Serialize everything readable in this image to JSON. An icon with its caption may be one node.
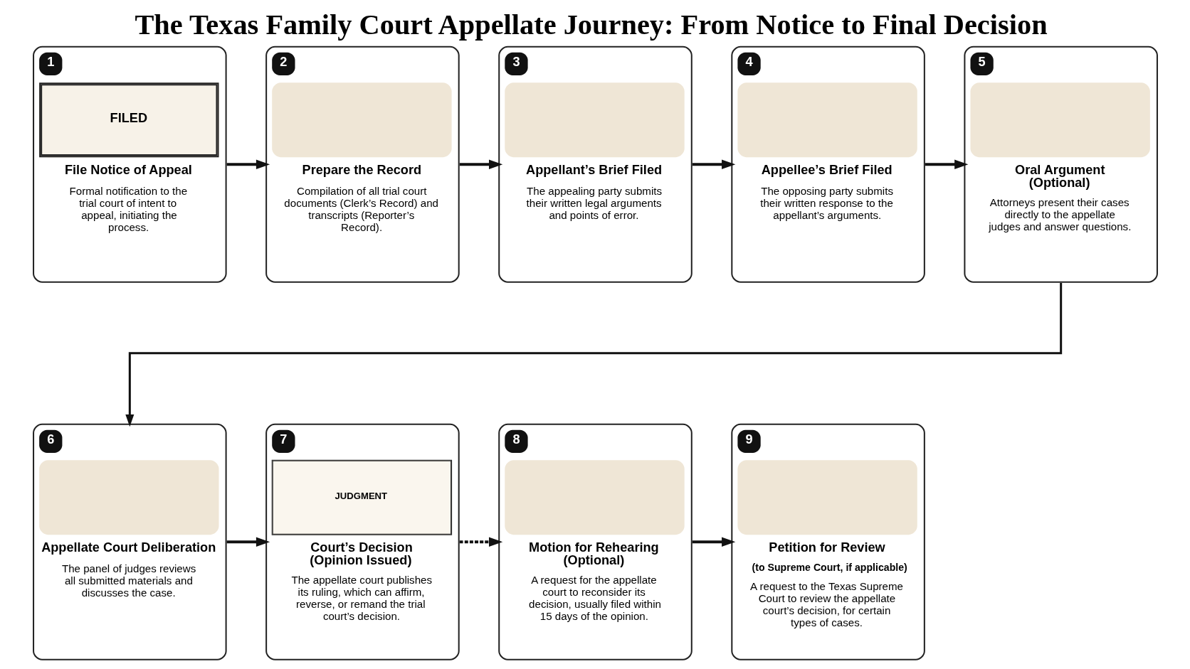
{
  "diagram": {
    "title": "The Texas Family Court Appellate Journey: From Notice to Final Decision",
    "nodes": [
      {
        "text": [
          "1",
          "FILED",
          "File Notice of Appeal",
          "Formal notification to the trial court of intent to appeal, initiating the process."
        ]
      },
      {
        "text": [
          "2",
          "Prepare the Record",
          "Compilation of all trial court documents (Clerk’s Record) and transcripts (Reporter’s Record)."
        ]
      },
      {
        "text": [
          "3",
          "Appellant’s Brief Filed",
          "The appealing party submits their written legal arguments and points of error."
        ]
      },
      {
        "text": [
          "4",
          "Appellee’s Brief Filed",
          "The opposing party submits their written response to the appellant’s arguments."
        ]
      },
      {
        "text": [
          "5",
          "Oral Argument (Optional)",
          "Attorneys present their cases directly to the appellate judges and answer questions."
        ]
      },
      {
        "text": [
          "6",
          "Appellate Court Deliberation",
          "The panel of judges reviews all submitted materials and discusses the case."
        ]
      },
      {
        "text": [
          "7",
          "JUDGMENT",
          "Court’s Decision (Opinion Issued)",
          "The appellate court publishes its ruling, which can affirm, reverse, or remand the trial court’s decision."
        ]
      },
      {
        "text": [
          "8",
          "Motion for Rehearing (Optional)",
          "A request for the appellate court to reconsider its decision, usually filed within 15 days of the opinion."
        ]
      },
      {
        "text": [
          "9",
          "Petition for Review",
          "(to Supreme Court, if applicable)",
          "A request to the Texas Supreme Court to review the appellate court’s decision, for certain types of cases."
        ]
      }
    ],
    "edges": [
      {
        "from": 0,
        "to": 1,
        "arrow": "to"
      },
      {
        "from": 1,
        "to": 2,
        "arrow": "to"
      },
      {
        "from": 2,
        "to": 3,
        "arrow": "to"
      },
      {
        "from": 3,
        "to": 4,
        "arrow": "to"
      },
      {
        "from": 4,
        "to": 5,
        "arrow": "to"
      },
      {
        "from": 5,
        "to": 6,
        "arrow": "to"
      },
      {
        "from": 6,
        "to": 7,
        "arrow": "to",
        "style": "dashed"
      },
      {
        "from": 7,
        "to": 8,
        "arrow": "to"
      }
    ]
  }
}
